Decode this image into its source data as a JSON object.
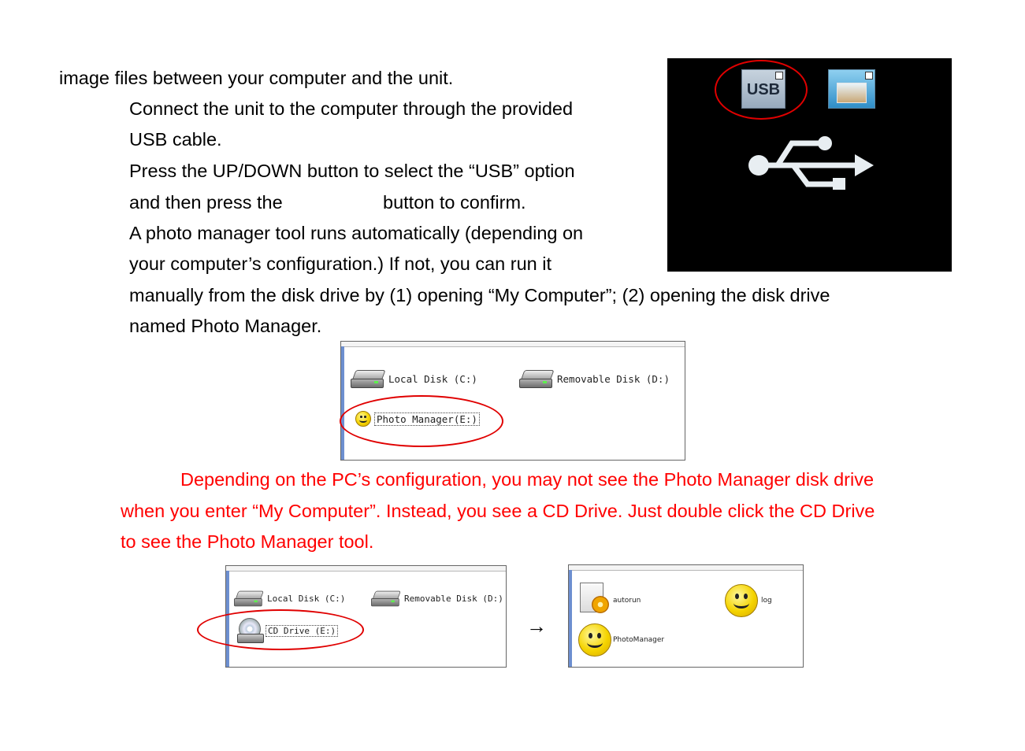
{
  "body": {
    "line1": "image files between your computer and the unit.",
    "line2": " Connect the unit to the computer through the provided",
    "line3": "USB cable.",
    "line4": " Press the UP/DOWN button to select the “USB” option",
    "line5a": "and then press the",
    "line5b": "button to confirm.",
    "line6": " A photo manager tool runs automatically (depending on",
    "line7": "your computer’s configuration.) If not, you can run it",
    "line8": "manually from the disk drive by (1) opening “My Computer”; (2) opening the disk drive",
    "line9": "named Photo Manager."
  },
  "device_screen": {
    "usb_label": "USB"
  },
  "explorer1": {
    "local_disk": "Local Disk (C:)",
    "removable_disk": "Removable Disk (D:)",
    "photo_manager": "Photo Manager(E:)"
  },
  "note": {
    "line1": "Depending on the PC’s configuration, you may not see the Photo Manager disk drive",
    "line2": "when you enter “My Computer”. Instead, you see a CD Drive. Just double click the CD Drive",
    "line3": "to see the Photo Manager tool."
  },
  "explorer2": {
    "local_disk": "Local Disk (C:)",
    "removable_disk": "Removable Disk (D:)",
    "cd_drive": "CD Drive (E:)"
  },
  "arrow": "→",
  "explorer3": {
    "autorun": "autorun",
    "log": "log",
    "photomanager": "PhotoManager"
  },
  "colors": {
    "note_text": "#ff0000",
    "highlight_circle": "#e00000",
    "device_bg": "#000000"
  }
}
